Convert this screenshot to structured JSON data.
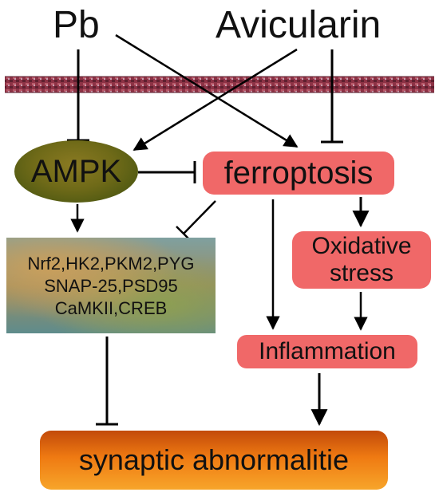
{
  "inputs": {
    "pb": "Pb",
    "avicularin": "Avicularin"
  },
  "nodes": {
    "ampk": "AMPK",
    "ferroptosis": "ferroptosis",
    "oxidative_stress": [
      "Oxidative",
      "stress"
    ],
    "inflammation": "Inflammation",
    "targets": [
      "Nrf2,HK2,PKM2,PYG",
      "SNAP-25,PSD95",
      "CaMKII,CREB"
    ],
    "outcome": "synaptic abnormalitie"
  },
  "colors": {
    "ferroptosis_box": "#f06868",
    "outcome_box": "#ef7a12",
    "ampk_ellipse": "#6f6a18",
    "membrane": "#7a2a3a",
    "lines": "#000000"
  }
}
